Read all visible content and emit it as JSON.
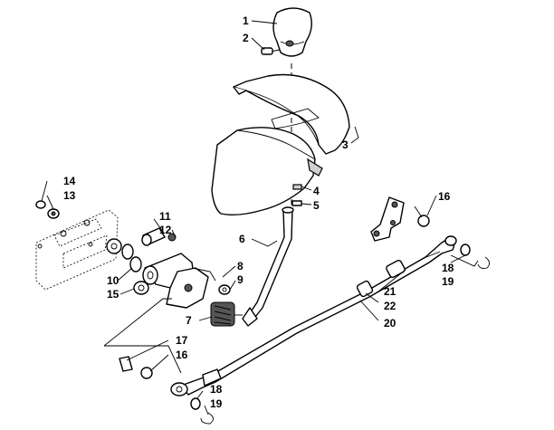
{
  "callouts": {
    "c1": "1",
    "c2": "2",
    "c3": "3",
    "c4": "4",
    "c5": "5",
    "c6": "6",
    "c7": "7",
    "c8": "8",
    "c9": "9",
    "c10": "10",
    "c11": "11",
    "c12": "12",
    "c13": "13",
    "c14": "14",
    "c15": "15",
    "c16a": "16",
    "c16b": "16",
    "c17": "17",
    "c18a": "18",
    "c18b": "18",
    "c19a": "19",
    "c19b": "19",
    "c20": "20",
    "c21": "21",
    "c22": "22"
  },
  "colors": {
    "line": "#000000",
    "background": "#ffffff",
    "shading": "#cfcfcf"
  }
}
